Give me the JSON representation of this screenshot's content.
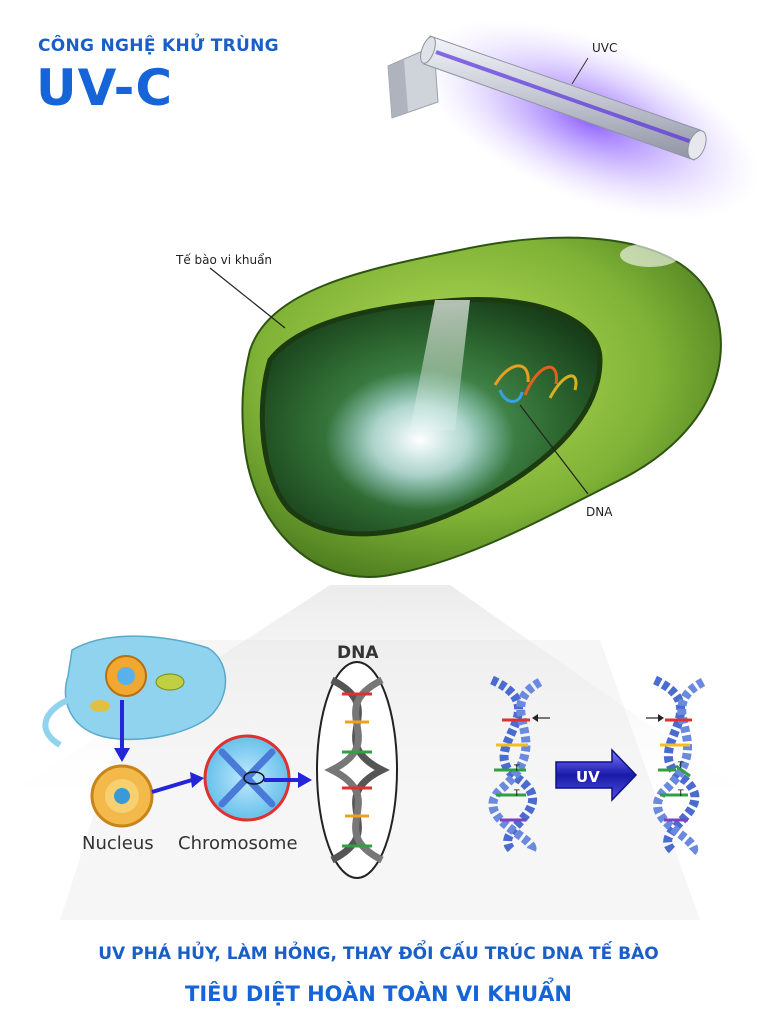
{
  "header": {
    "subtitle": "CÔNG NGHỆ KHỬ TRÙNG",
    "title": "UV-C"
  },
  "labels": {
    "lamp": "UVC",
    "bacteria_cell": "Tế bào vi khuẩn",
    "dna_pointer": "DNA",
    "dna_box_title": "DNA",
    "nucleus": "Nucleus",
    "chromosome": "Chromosome",
    "uv_arrow": "UV",
    "base_t": "T"
  },
  "footer": {
    "line1": "UV PHÁ HỦY, LÀM HỎNG, THAY ĐỔI CẤU TRÚC  DNA TẾ BÀO",
    "line2": "TIÊU DIỆT HOÀN TOÀN VI KHUẨN"
  },
  "colors": {
    "headline_blue": "#1565d8",
    "uv_glow": "#7a3cff",
    "bacteria_green": "#6fa32a",
    "arrow_blue": "#2424d8",
    "chromosome_ring": "#e03030"
  }
}
